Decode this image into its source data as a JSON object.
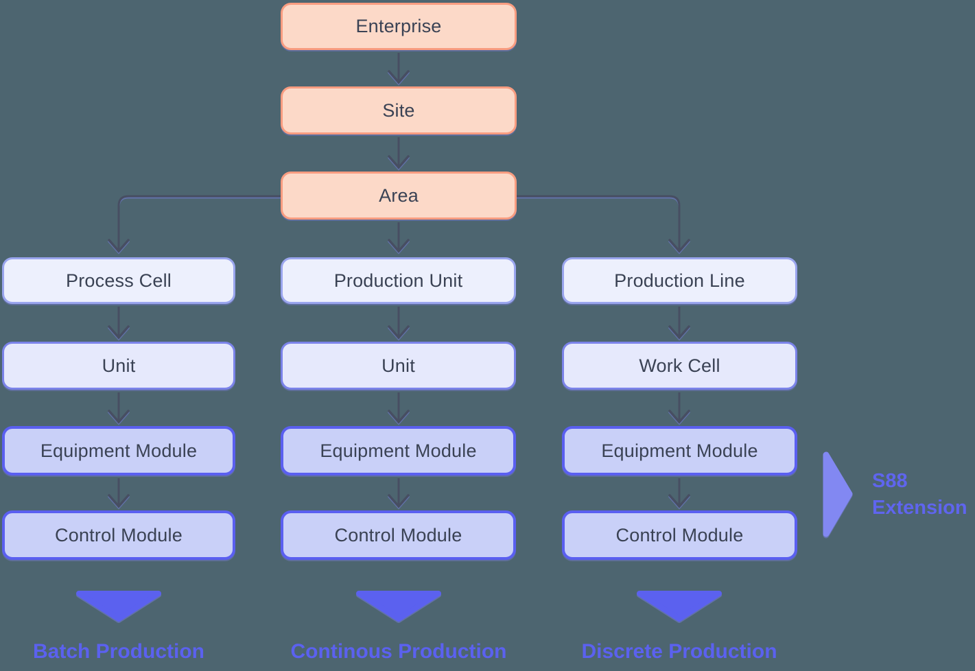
{
  "diagram": {
    "top_chain": [
      {
        "label": "Enterprise"
      },
      {
        "label": "Site"
      },
      {
        "label": "Area"
      }
    ],
    "columns": [
      {
        "name": "batch",
        "levels": [
          "Process Cell",
          "Unit",
          "Equipment Module",
          "Control Module"
        ],
        "footer": "Batch Production"
      },
      {
        "name": "continuous",
        "levels": [
          "Production Unit",
          "Unit",
          "Equipment Module",
          "Control Module"
        ],
        "footer": "Continous Production"
      },
      {
        "name": "discrete",
        "levels": [
          "Production Line",
          "Work Cell",
          "Equipment Module",
          "Control Module"
        ],
        "footer": "Discrete Production"
      }
    ],
    "annotation": {
      "line1": "S88",
      "line2": "Extension"
    },
    "colors": {
      "background": "#4d6570",
      "top_box_fill": "#fcd9c8",
      "top_box_border": "#f89c80",
      "level1_fill": "#edf0fd",
      "level1_border": "#9aa5ee",
      "level2_fill": "#e6e9fc",
      "level2_border": "#7b83e9",
      "level34_fill": "#c9d0f8",
      "level34_border": "#5a5ff0",
      "box_text": "#3a4254",
      "connector": "#474e62",
      "accent_purple": "#5b61ef",
      "s88_triangle": "#8288f2"
    }
  }
}
